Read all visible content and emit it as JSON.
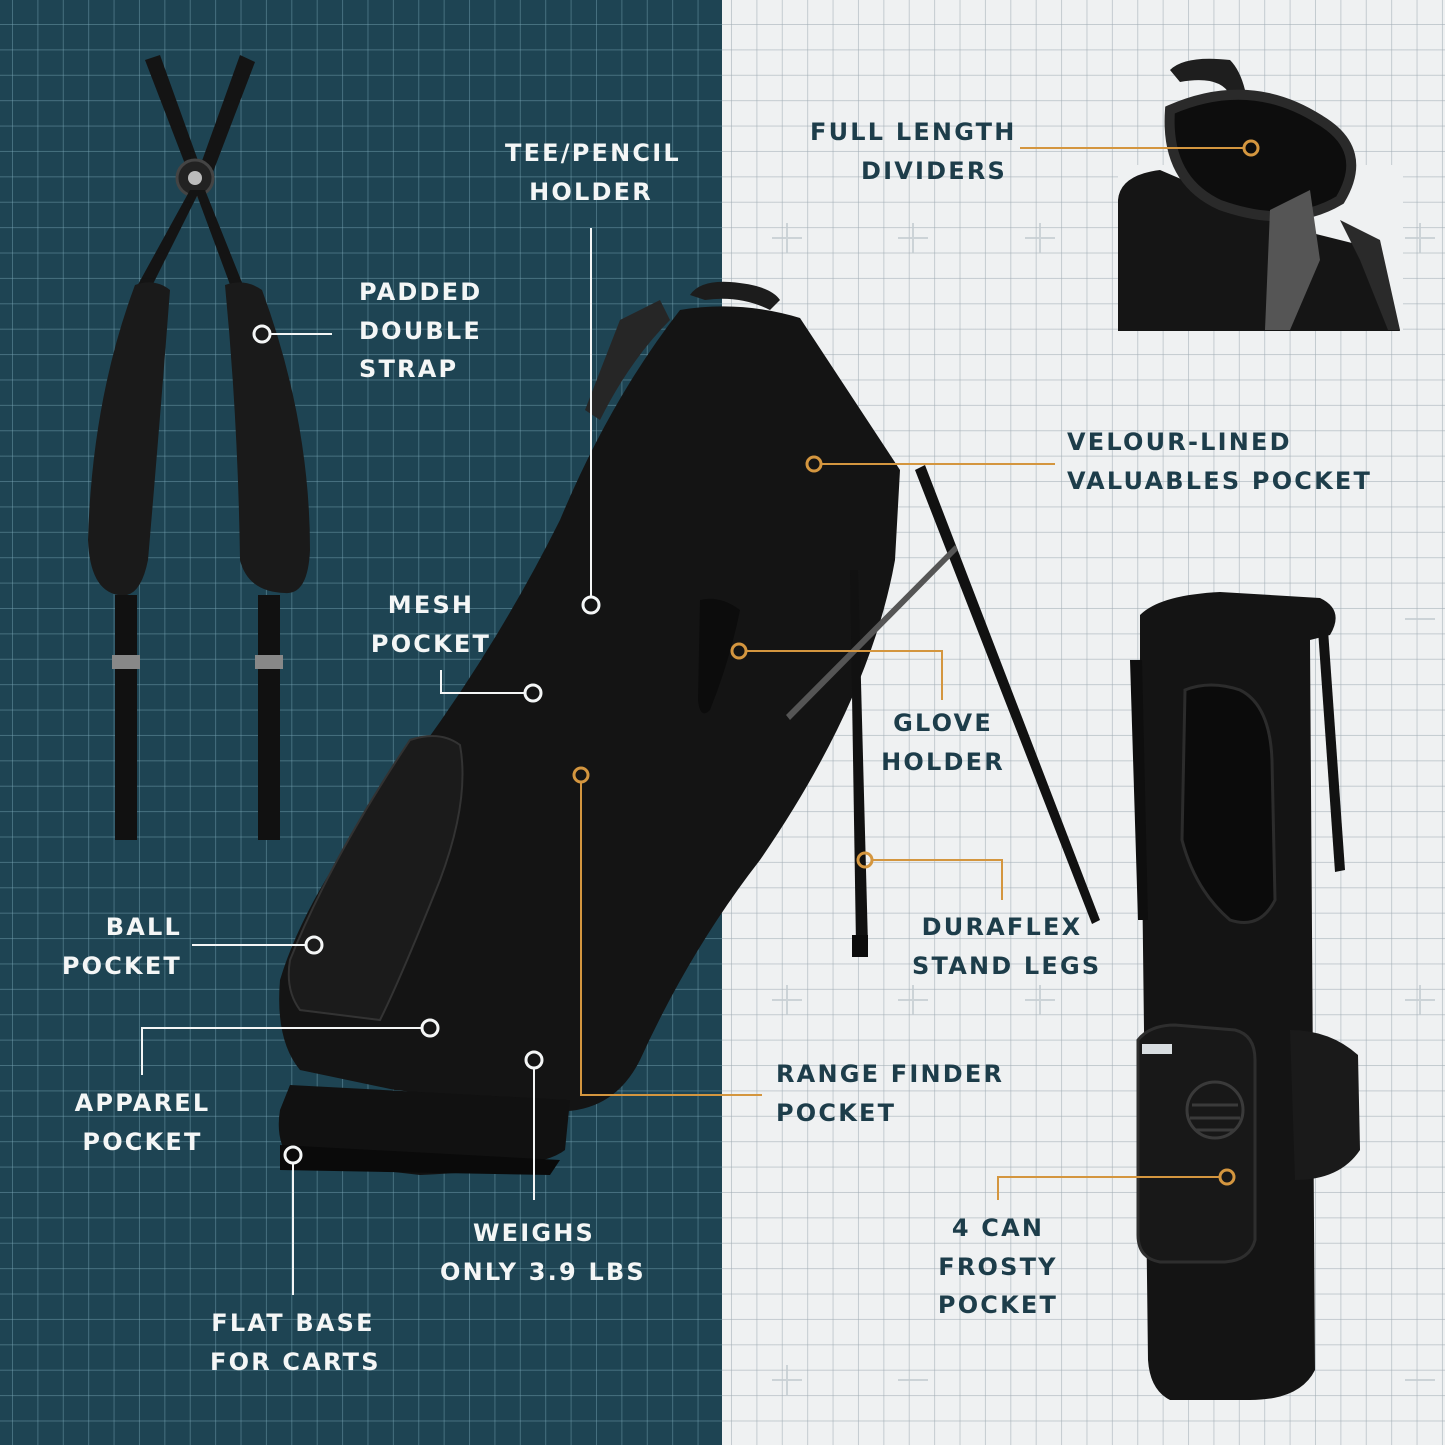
{
  "colors": {
    "dark_panel": "#1e4453",
    "light_panel": "#eff1f2",
    "light_text": "#f4f6f6",
    "dark_text": "#1d3d4a",
    "leader_white": "#f4f6f6",
    "leader_orange": "#d4963f",
    "bag_black": "#151515"
  },
  "callouts": [
    {
      "id": "padded-double-strap",
      "lines": [
        "PADDED",
        "DOUBLE",
        "STRAP"
      ],
      "theme": "light"
    },
    {
      "id": "tee-pencil-holder",
      "lines": [
        "TEE/PENCIL",
        "HOLDER"
      ],
      "theme": "light"
    },
    {
      "id": "mesh-pocket",
      "lines": [
        "MESH",
        "POCKET"
      ],
      "theme": "light"
    },
    {
      "id": "ball-pocket",
      "lines": [
        "BALL",
        "POCKET"
      ],
      "theme": "light"
    },
    {
      "id": "apparel-pocket",
      "lines": [
        "APPAREL",
        "POCKET"
      ],
      "theme": "light"
    },
    {
      "id": "flat-base",
      "lines": [
        "FLAT BASE",
        "FOR CARTS"
      ],
      "theme": "light"
    },
    {
      "id": "weighs",
      "lines": [
        "WEIGHS",
        "ONLY 3.9 LBS"
      ],
      "theme": "light"
    },
    {
      "id": "full-length-dividers",
      "lines": [
        "FULL LENGTH",
        "DIVIDERS"
      ],
      "theme": "dark"
    },
    {
      "id": "velour-lined-pocket",
      "lines": [
        "VELOUR-LINED",
        "VALUABLES POCKET"
      ],
      "theme": "dark"
    },
    {
      "id": "glove-holder",
      "lines": [
        "GLOVE",
        "HOLDER"
      ],
      "theme": "dark"
    },
    {
      "id": "duraflex-stand-legs",
      "lines": [
        "DURAFLEX",
        "STAND LEGS"
      ],
      "theme": "dark"
    },
    {
      "id": "range-finder-pocket",
      "lines": [
        "RANGE FINDER",
        "POCKET"
      ],
      "theme": "dark"
    },
    {
      "id": "frosty-pocket",
      "lines": [
        "4 CAN",
        "FROSTY",
        "POCKET"
      ],
      "theme": "dark"
    }
  ],
  "products": {
    "strap": "double shoulder strap",
    "main_bag": "golf stand bag (angled, legs deployed)",
    "top_detail": "bag top with dividers",
    "side_bag": "golf stand bag (upright, side view)"
  }
}
